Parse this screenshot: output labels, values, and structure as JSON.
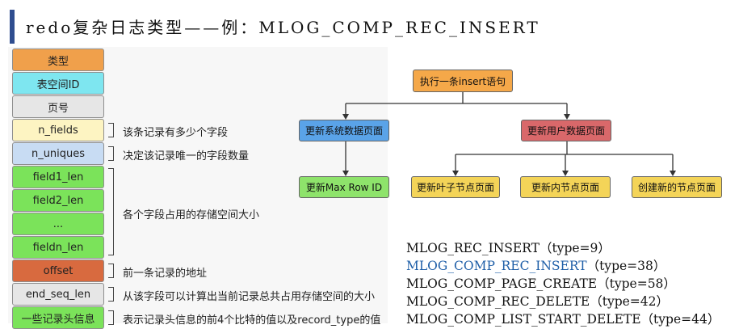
{
  "title": "redo复杂日志类型——例：MLOG_COMP_REC_INSERT",
  "fields": [
    {
      "label": "类型",
      "color": "#f0a04b"
    },
    {
      "label": "表空间ID",
      "color": "#7ee6f0"
    },
    {
      "label": "页号",
      "color": "#e6e6e6"
    },
    {
      "label": "n_fields",
      "color": "#fdf4c2"
    },
    {
      "label": "n_uniques",
      "color": "#c8dcf3"
    },
    {
      "label": "field1_len",
      "color": "#7be35a"
    },
    {
      "label": "field2_len",
      "color": "#7be35a"
    },
    {
      "label": "...",
      "color": "#7be35a"
    },
    {
      "label": "fieldn_len",
      "color": "#7be35a"
    },
    {
      "label": "offset",
      "color": "#d86a3f"
    },
    {
      "label": "end_seq_len",
      "color": "#e6e6e6"
    },
    {
      "label": "一些记录头信息",
      "color": "#7be35a"
    }
  ],
  "notes": [
    "该条记录有多少个字段",
    "决定该记录唯一的字段数量",
    "各个字段占用的存储空间大小",
    "前一条记录的地址",
    "从该字段可以计算出当前记录总共占用存储空间的大小",
    "表示记录头信息的前4个比特的值以及record_type的值"
  ],
  "tree": {
    "root": {
      "label": "执行一条insert语句",
      "color": "#f5a849"
    },
    "sys_page": {
      "label": "更新系统数据页面",
      "color": "#5aa3e8"
    },
    "user_page": {
      "label": "更新用户数据页面",
      "color": "#d9686a"
    },
    "max_row": {
      "label": "更新Max Row ID",
      "color": "#8ee36b"
    },
    "leaf": {
      "label": "更新叶子节点页面",
      "color": "#f4d458"
    },
    "inner": {
      "label": "更新内节点页面",
      "color": "#f4d458"
    },
    "new_node": {
      "label": "创建新的节点页面",
      "color": "#f4d458"
    }
  },
  "types": [
    {
      "name": "MLOG_REC_INSERT",
      "type": "（type=9）",
      "highlight": false
    },
    {
      "name": "MLOG_COMP_REC_INSERT",
      "type": "（type=38）",
      "highlight": true
    },
    {
      "name": "MLOG_COMP_PAGE_CREATE",
      "type": "（type=58）",
      "highlight": false
    },
    {
      "name": "MLOG_COMP_REC_DELETE",
      "type": "（type=42）",
      "highlight": false
    },
    {
      "name": "MLOG_COMP_LIST_START_DELETE",
      "type": "（type=44）",
      "highlight": false
    }
  ]
}
